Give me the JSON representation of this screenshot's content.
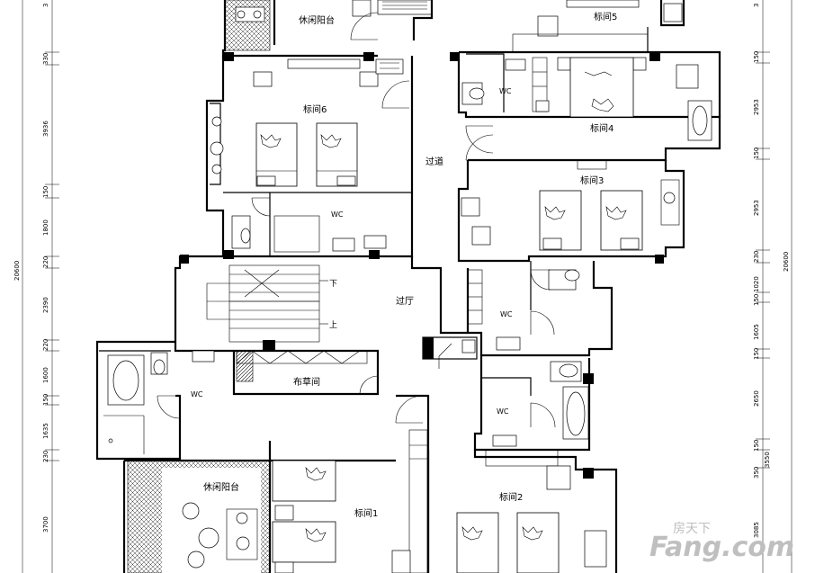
{
  "rooms": {
    "balcony_top": "休闲阳台",
    "room5": "标间5",
    "room6": "标间6",
    "room4": "标间4",
    "room3": "标间3",
    "corridor": "过道",
    "lobby": "过厅",
    "linen": "布草间",
    "balcony_bottom": "休闲阳台",
    "room1": "标间1",
    "room2": "标间2",
    "wc": "WC",
    "stair_down": "下",
    "stair_up": "上"
  },
  "dims_left": [
    "3",
    "330",
    "3936",
    "150",
    "1800",
    "220",
    "2390",
    "220",
    "1600",
    "150",
    "1635",
    "230",
    "3700"
  ],
  "dim_left_total": "20600",
  "dims_right": [
    "3",
    "150",
    "2953",
    "150",
    "2953",
    "230",
    "1020",
    "150",
    "1605",
    "150",
    "2650",
    "150",
    "350",
    "3085"
  ],
  "dim_right_total": "20600",
  "dim_right_extra": "3550",
  "watermark": {
    "top": "房天下",
    "main": "Fang.com"
  }
}
